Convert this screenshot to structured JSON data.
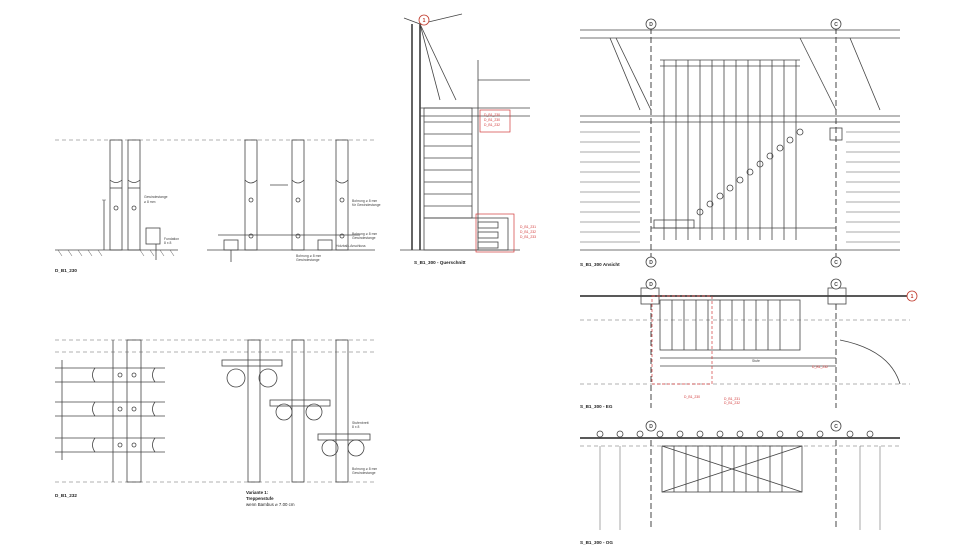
{
  "sheet": {
    "panels": {
      "detail_230": {
        "label": "D_B1_230"
      },
      "detail_232": {
        "label": "D_B1_232"
      },
      "section_300": {
        "label": "S_B1_300 - Querschnitt"
      },
      "elevation_300": {
        "label": "S_B1_300 Ansicht"
      },
      "plan_eg": {
        "label": "S_B1_300 - EG"
      },
      "plan_og": {
        "label": "S_B1_300 - OG"
      }
    },
    "variant_note": {
      "line1": "Variante 1:",
      "line2": "Treppenstufe",
      "line3": "wenn Bambus ⌀ 7.00 cm"
    },
    "axes": {
      "d": "D",
      "c": "C",
      "one": "1"
    },
    "refs": {
      "section": [
        "D_B1_230",
        "D_B1_230",
        "D_B1_232"
      ],
      "section_low": [
        "D_B1_231",
        "D_B1_232",
        "D_B1_233"
      ],
      "plan": [
        "D_B1_232"
      ],
      "plan_low": [
        "D_B1_230",
        "D_B1_231",
        "D_B1_232"
      ]
    },
    "plan_word": "Stufe"
  }
}
